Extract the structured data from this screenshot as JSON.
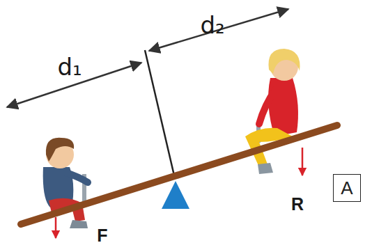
{
  "diagram": {
    "nodes": [
      {
        "text": [
          "A"
        ]
      }
    ],
    "labels": [
      "d₁",
      "d₂",
      "F",
      "R"
    ]
  }
}
